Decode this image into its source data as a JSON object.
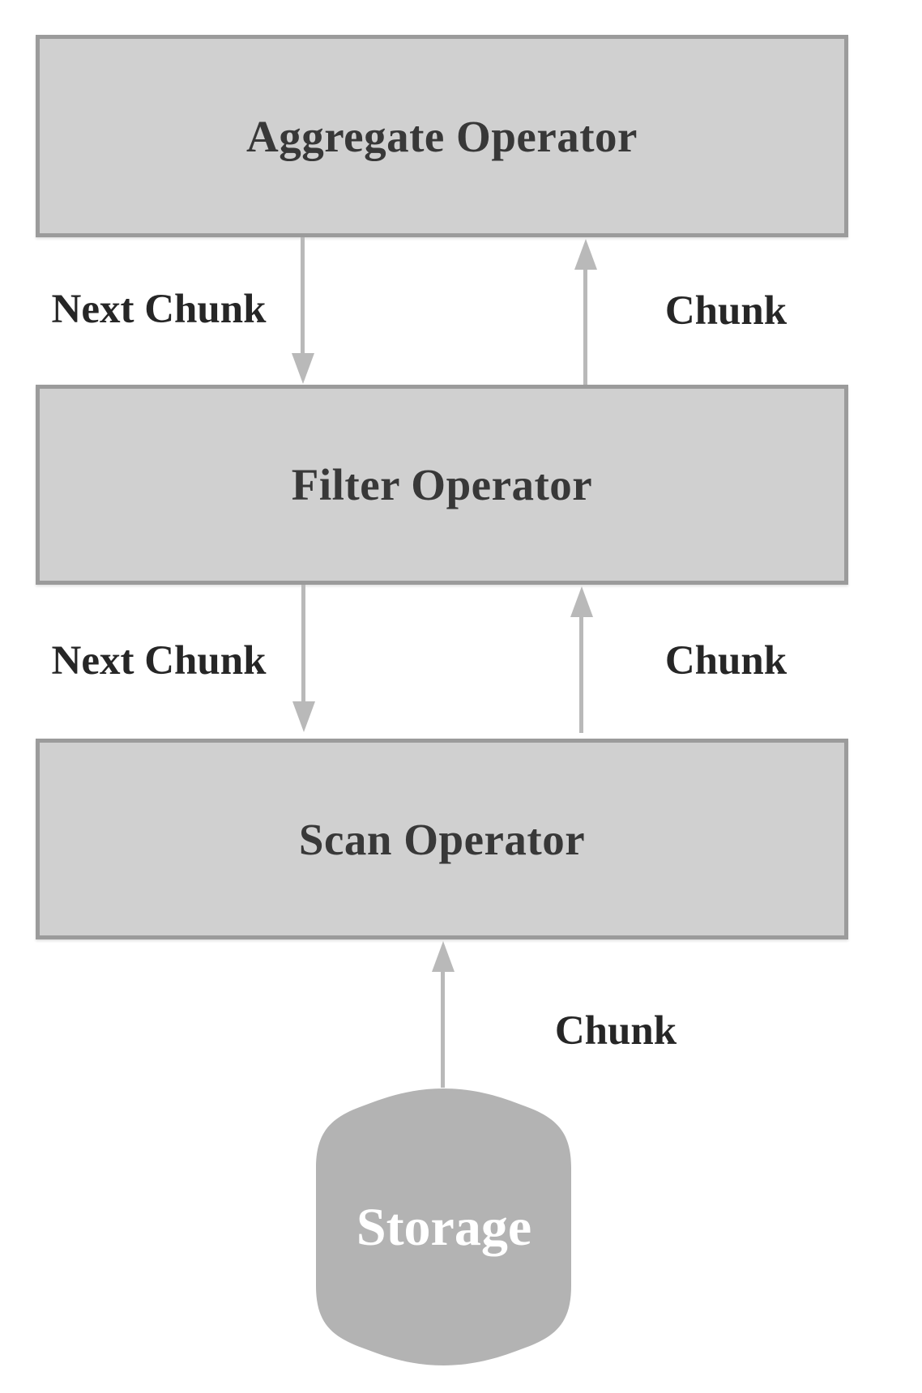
{
  "nodes": {
    "aggregate": {
      "label": "Aggregate Operator"
    },
    "filter": {
      "label": "Filter Operator"
    },
    "scan": {
      "label": "Scan Operator"
    },
    "storage": {
      "label": "Storage"
    }
  },
  "edges": [
    {
      "id": "aggregate-to-filter",
      "label": "Next Chunk",
      "direction": "down"
    },
    {
      "id": "filter-to-aggregate",
      "label": "Chunk",
      "direction": "up"
    },
    {
      "id": "filter-to-scan",
      "label": "Next Chunk",
      "direction": "down"
    },
    {
      "id": "scan-to-filter",
      "label": "Chunk",
      "direction": "up"
    },
    {
      "id": "storage-to-scan",
      "label": "Chunk",
      "direction": "up"
    }
  ],
  "colors": {
    "box_fill": "#d0d0d0",
    "box_border": "#9b9b9b",
    "arrow": "#b9b9b9",
    "storage_fill": "#b3b3b3",
    "node_text": "#383838",
    "edge_label_text": "#262626",
    "storage_text": "#ffffff",
    "background": "#ffffff"
  }
}
